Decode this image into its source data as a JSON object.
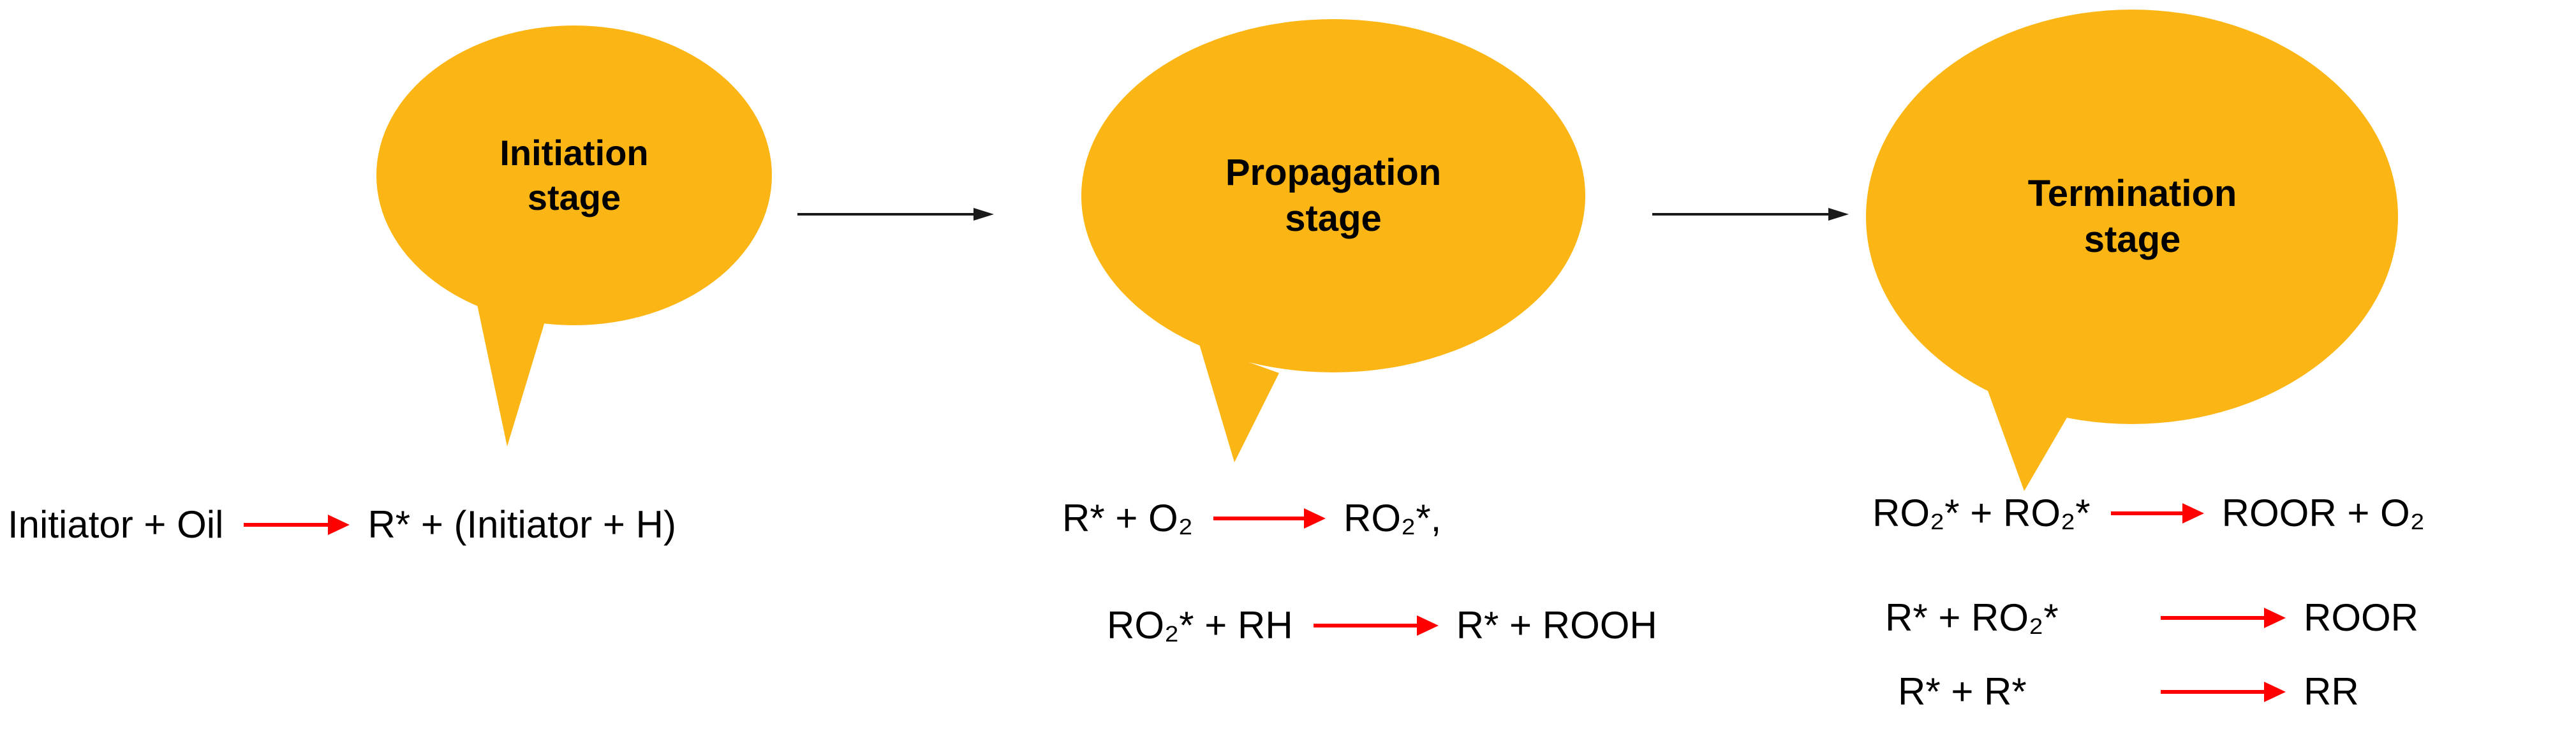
{
  "colors": {
    "bubble_fill": "#FBB615",
    "reaction_arrow": "#FF0000",
    "connector_arrow": "#1A1A1A",
    "text": "#000000"
  },
  "stages": [
    {
      "id": "initiation",
      "label": "Initiation\nstage",
      "reactions": [
        {
          "left": "Initiator + Oil",
          "right": "R* + (Initiator + H)"
        }
      ]
    },
    {
      "id": "propagation",
      "label": "Propagation\nstage",
      "reactions": [
        {
          "left": "R* + O₂",
          "right": "RO₂*,"
        },
        {
          "left": "RO₂* + RH",
          "right": "R* + ROOH"
        }
      ]
    },
    {
      "id": "termination",
      "label": "Termination\nstage",
      "reactions": [
        {
          "left": "RO₂* + RO₂*",
          "right": "ROOR + O₂"
        },
        {
          "left": "R* + RO₂*",
          "right": "ROOR"
        },
        {
          "left": "R* + R*",
          "right": "RR"
        }
      ]
    }
  ]
}
